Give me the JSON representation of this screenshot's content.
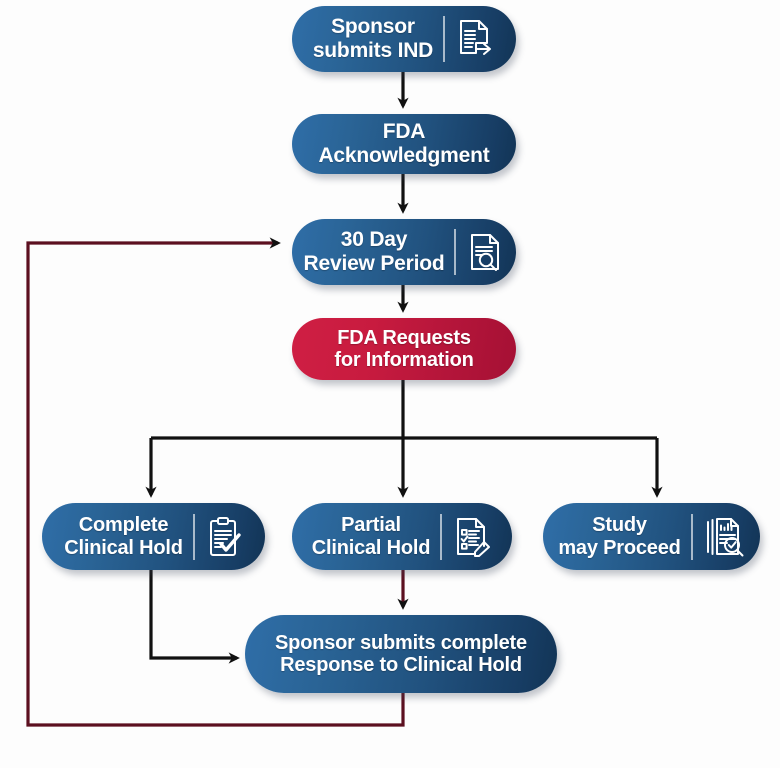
{
  "diagram": {
    "title": "FDA IND Review Process Flowchart",
    "background_color": "#fdfdfd",
    "colors": {
      "node_blue_light": "#2f6ea8",
      "node_blue_dark": "#123455",
      "node_red_light": "#cf1f44",
      "node_red_dark": "#a51034",
      "connector_black": "#111111",
      "connector_maroon": "#5c1020",
      "text": "#ffffff"
    },
    "nodes": [
      {
        "id": "sponsor-ind",
        "label": "Sponsor\nsubmits IND",
        "type": "blue",
        "icon": "document-export-icon"
      },
      {
        "id": "fda-ack",
        "label": "FDA\nAcknowledgment",
        "type": "blue",
        "icon": "none"
      },
      {
        "id": "review-30",
        "label": "30 Day\nReview Period",
        "type": "blue",
        "icon": "document-magnifier-icon"
      },
      {
        "id": "fda-requests",
        "label": "FDA Requests\nfor Information",
        "type": "red",
        "icon": "none"
      },
      {
        "id": "complete-hold",
        "label": "Complete\nClinical Hold",
        "type": "blue",
        "icon": "clipboard-check-icon"
      },
      {
        "id": "partial-hold",
        "label": "Partial\nClinical Hold",
        "type": "blue",
        "icon": "checklist-pencil-icon"
      },
      {
        "id": "study-proceed",
        "label": "Study\nmay Proceed",
        "type": "blue",
        "icon": "documents-chart-magnifier-icon"
      },
      {
        "id": "response",
        "label": "Sponsor submits complete\nResponse to Clinical Hold",
        "type": "blue",
        "icon": "none"
      }
    ],
    "connectors": [
      {
        "id": "sponsor-to-ack",
        "from": "sponsor-ind",
        "to": "fda-ack",
        "style": "arrow-down",
        "color": "#111111"
      },
      {
        "id": "ack-to-review",
        "from": "fda-ack",
        "to": "review-30",
        "style": "arrow-down",
        "color": "#111111"
      },
      {
        "id": "review-to-requests",
        "from": "review-30",
        "to": "fda-requests",
        "style": "arrow-down",
        "color": "#111111"
      },
      {
        "id": "requests-to-bus",
        "from": "fda-requests",
        "to": "branch-bus",
        "style": "line-down",
        "color": "#111111"
      },
      {
        "id": "bus-to-complete-hold",
        "from": "branch-bus",
        "to": "complete-hold",
        "style": "elbow-arrow-down",
        "color": "#111111"
      },
      {
        "id": "bus-to-partial-hold",
        "from": "branch-bus",
        "to": "partial-hold",
        "style": "arrow-down",
        "color": "#111111"
      },
      {
        "id": "bus-to-study-proceed",
        "from": "branch-bus",
        "to": "study-proceed",
        "style": "elbow-arrow-down",
        "color": "#111111"
      },
      {
        "id": "complete-hold-to-response",
        "from": "complete-hold",
        "to": "response",
        "style": "elbow-arrow-right",
        "color": "#111111"
      },
      {
        "id": "partial-hold-to-response",
        "from": "partial-hold",
        "to": "response",
        "style": "arrow-down",
        "color": "#5c1020"
      },
      {
        "id": "response-feedback-to-review",
        "from": "response",
        "to": "review-30",
        "style": "loop-left-arrow-right",
        "color": "#5c1020"
      }
    ]
  }
}
